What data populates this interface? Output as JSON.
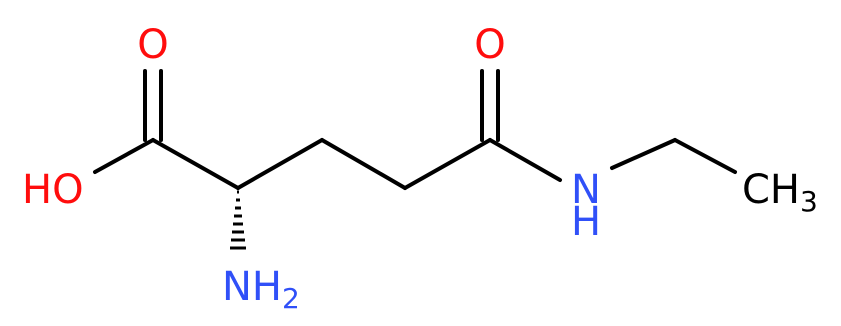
{
  "molecule": {
    "atoms": {
      "oxygen_acid_carbonyl": "O",
      "hydroxyl": "HO",
      "oxygen_amide_carbonyl": "O",
      "amide_nitrogen": "N",
      "amide_hydrogen": "H",
      "amine": "NH",
      "amine_subscript": "2",
      "methyl": "CH",
      "methyl_subscript": "3"
    },
    "colors": {
      "oxygen": "#ff0d0d",
      "nitrogen": "#3050f8",
      "carbon": "#000000",
      "bond": "#000000"
    }
  }
}
